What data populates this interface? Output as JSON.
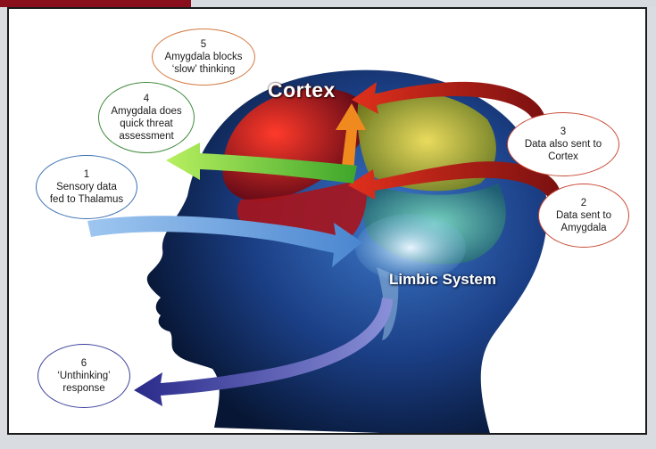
{
  "diagram": {
    "label_cortex": "Cortex",
    "label_limbic": "Limbic System",
    "callouts": [
      {
        "number": "1",
        "text_lines": [
          "Sensory data",
          "fed to Thalamus"
        ]
      },
      {
        "number": "2",
        "text_lines": [
          "Data sent to",
          "Amygdala"
        ]
      },
      {
        "number": "3",
        "text_lines": [
          "Data also sent to",
          "Cortex"
        ]
      },
      {
        "number": "4",
        "text_lines": [
          "Amygdala does",
          "quick threat",
          "assessment"
        ]
      },
      {
        "number": "5",
        "text_lines": [
          "Amygdala blocks",
          "‘slow’ thinking"
        ]
      },
      {
        "number": "6",
        "text_lines": [
          "‘Unthinking’",
          "response"
        ]
      }
    ]
  },
  "colors": {
    "header_accent": "#8a0f1d",
    "callout1_border": "#3a6fb0",
    "callout2_border": "#c84a36",
    "callout3_border": "#c84a36",
    "callout4_border": "#3f8a3c",
    "callout5_border": "#d47840",
    "callout6_border": "#3b3f9c"
  }
}
